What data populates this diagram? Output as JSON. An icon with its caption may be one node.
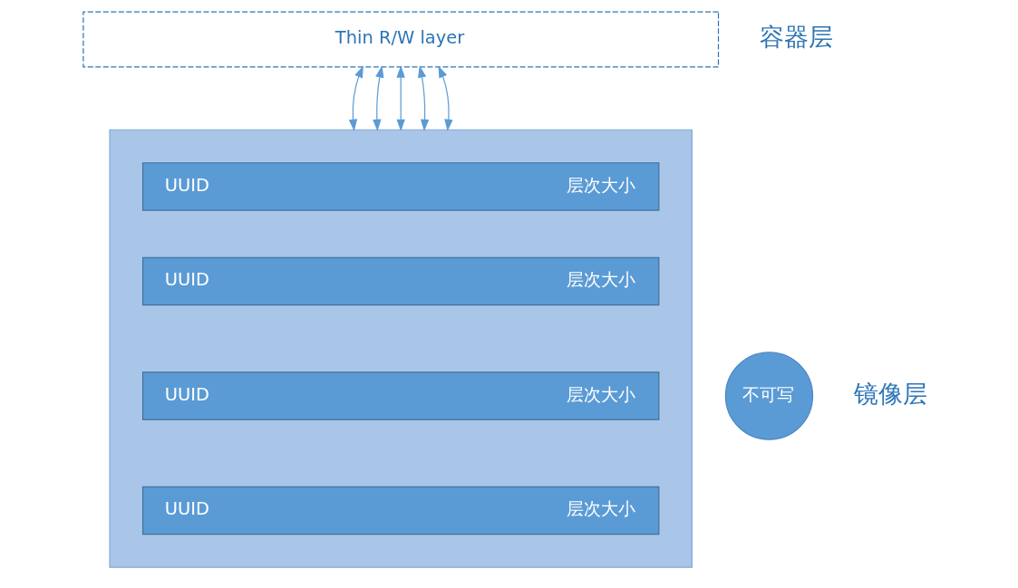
{
  "diagram": {
    "nodes": [
      {
        "text": [
          "Thin R/W layer"
        ]
      },
      {
        "text": [],
        "shape": "box"
      },
      {
        "text": [
          "UUID",
          "层次大小"
        ],
        "in": 1
      },
      {
        "text": [
          "UUID",
          "层次大小"
        ],
        "in": 1
      },
      {
        "text": [
          "UUID",
          "层次大小"
        ],
        "in": 1
      },
      {
        "text": [
          "UUID",
          "层次大小"
        ],
        "in": 1
      },
      {
        "text": [
          "不可写"
        ]
      }
    ],
    "edges": [
      {
        "from": 0,
        "to": 1,
        "arrow": "both"
      },
      {
        "from": 0,
        "to": 1,
        "arrow": "both"
      },
      {
        "from": 0,
        "to": 1,
        "arrow": "both"
      },
      {
        "from": 0,
        "to": 1,
        "arrow": "both"
      },
      {
        "from": 0,
        "to": 1,
        "arrow": "both"
      }
    ],
    "labels": [
      "容器层",
      "镜像层"
    ]
  }
}
